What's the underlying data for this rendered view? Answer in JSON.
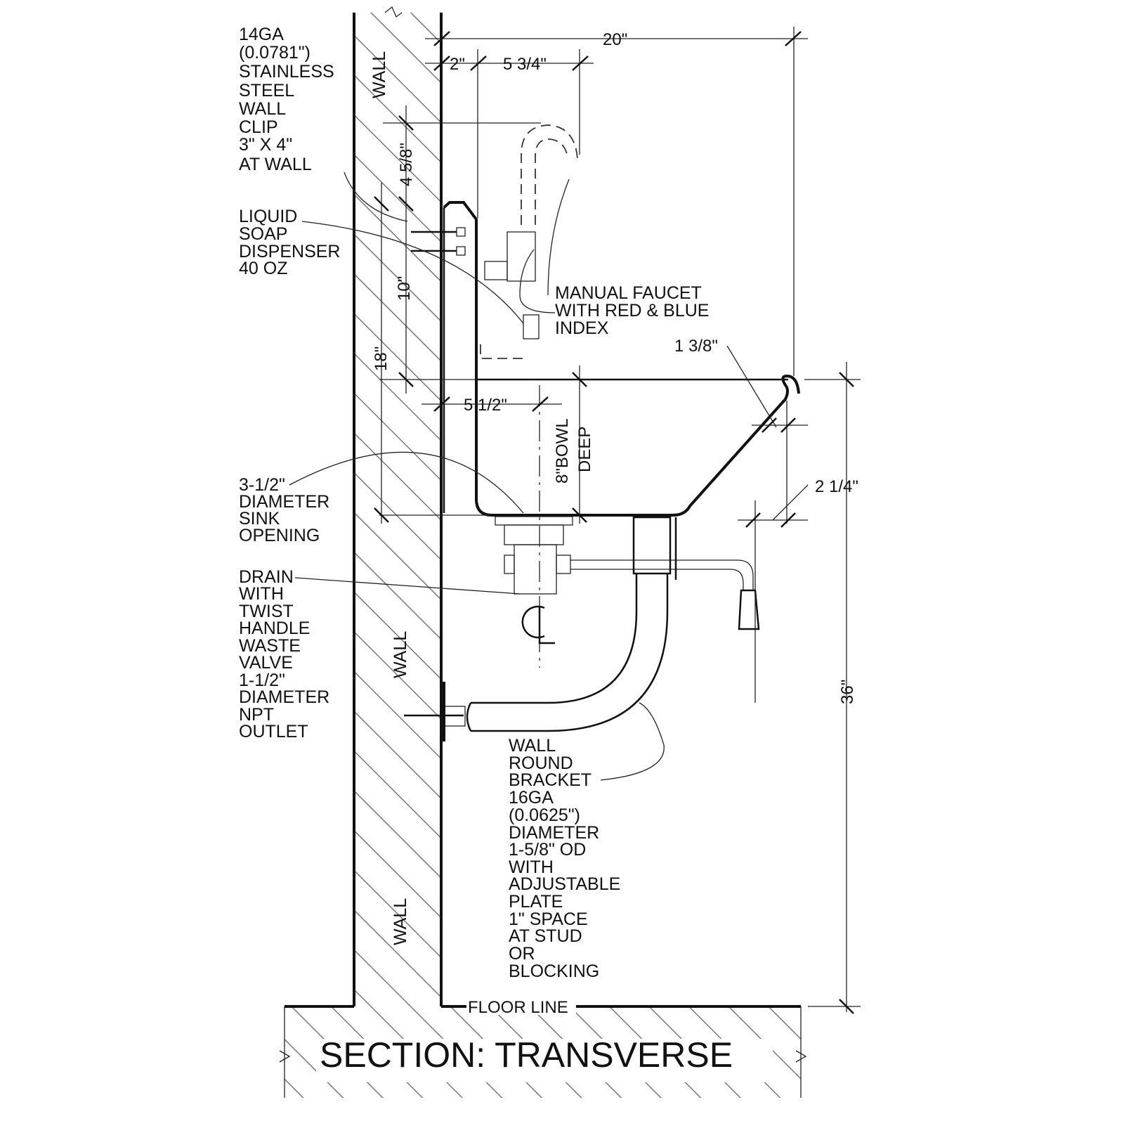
{
  "title": "SECTION: TRANSVERSE",
  "wall_labels": [
    "WALL",
    "WALL",
    "WALL"
  ],
  "floor_label": "FLOOR LINE",
  "labels": {
    "wall_clip": [
      "14GA",
      "(0.0781\")",
      "STAINLESS",
      "STEEL",
      "WALL",
      "CLIP",
      "3\" X 4\"",
      "AT WALL"
    ],
    "soap": [
      "LIQUID",
      "SOAP",
      "DISPENSER",
      "40 OZ"
    ],
    "faucet": [
      "MANUAL FAUCET",
      "WITH RED & BLUE",
      "INDEX"
    ],
    "sink_opening": [
      "3-1/2\"",
      "DIAMETER",
      "SINK",
      "OPENING"
    ],
    "drain": [
      "DRAIN",
      "WITH",
      "TWIST",
      "HANDLE",
      "WASTE",
      "VALVE",
      "1-1/2\"",
      "DIAMETER",
      "NPT",
      "OUTLET"
    ],
    "bracket": [
      "WALL",
      "ROUND",
      "BRACKET",
      "16GA",
      "(0.0625\")",
      "DIAMETER",
      "1-5/8\" OD",
      "WITH",
      "ADJUSTABLE",
      "PLATE",
      "1\" SPACE",
      "AT STUD",
      "OR",
      "BLOCKING"
    ],
    "bowl": [
      "8\"BOWL",
      "DEEP"
    ]
  },
  "dimensions": {
    "overall_depth": "20\"",
    "wall_to_faucet": "2\"",
    "faucet_reach": "5 3/4\"",
    "faucet_height": "4 5/8\"",
    "backsplash": "10\"",
    "rim_to_spout": "18\"",
    "drain_offset": "5 1/2\"",
    "rim_roll": "1 3/8\"",
    "front_offset": "2 1/4\"",
    "rim_height": "36\""
  },
  "centerline_symbol": "CL"
}
